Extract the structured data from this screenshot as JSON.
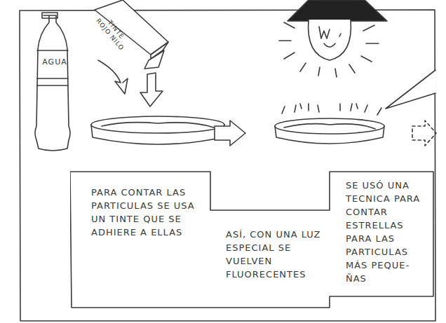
{
  "diagram": {
    "nodes": [
      {
        "text": [
          "PARA CONTAR LAS PARTICULAS SE USA UN TINTE QUE SE ADHIERE A ELLAS",
          "ASÍ, CON UNA LUZ ESPECIAL SE VUELVEN FLUORECENTES",
          "SE USÓ UNA TECNICA PARA CONTAR ESTRELLAS PARA LAS PARTICULAS MÁS PEQUE- ÑAS"
        ]
      }
    ],
    "labels": [
      "AGUA",
      "TINTE ROJO NILO"
    ]
  }
}
